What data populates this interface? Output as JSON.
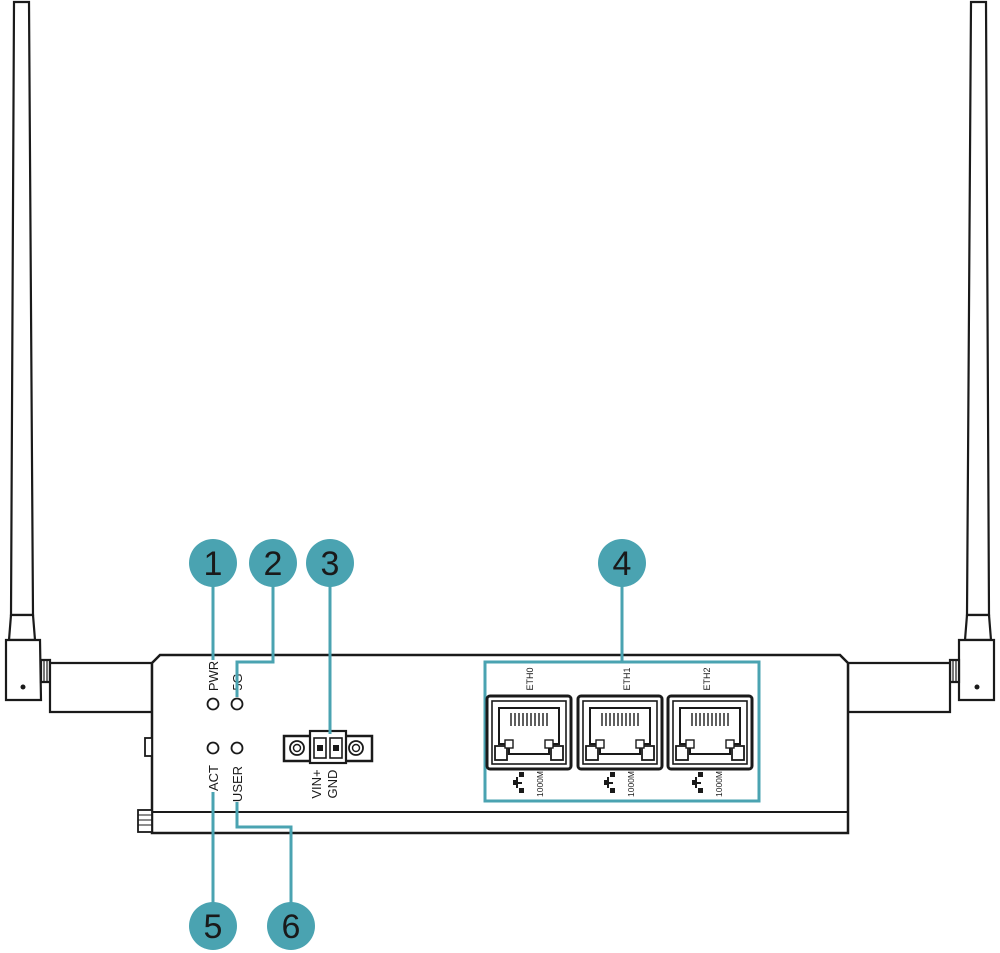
{
  "colors": {
    "callout": "#4aa3b1",
    "outline": "#1a1a1a",
    "background": "#ffffff"
  },
  "callouts": [
    "1",
    "2",
    "3",
    "4",
    "5",
    "6"
  ],
  "leds": {
    "pwr": "PWR",
    "fiveg": "5G",
    "act": "ACT",
    "user": "USER"
  },
  "power_connector": {
    "vin": "VIN+",
    "gnd": "GND"
  },
  "ethernet_ports": [
    {
      "name": "ETH0",
      "speed": "1000M"
    },
    {
      "name": "ETH1",
      "speed": "1000M"
    },
    {
      "name": "ETH2",
      "speed": "1000M"
    }
  ]
}
